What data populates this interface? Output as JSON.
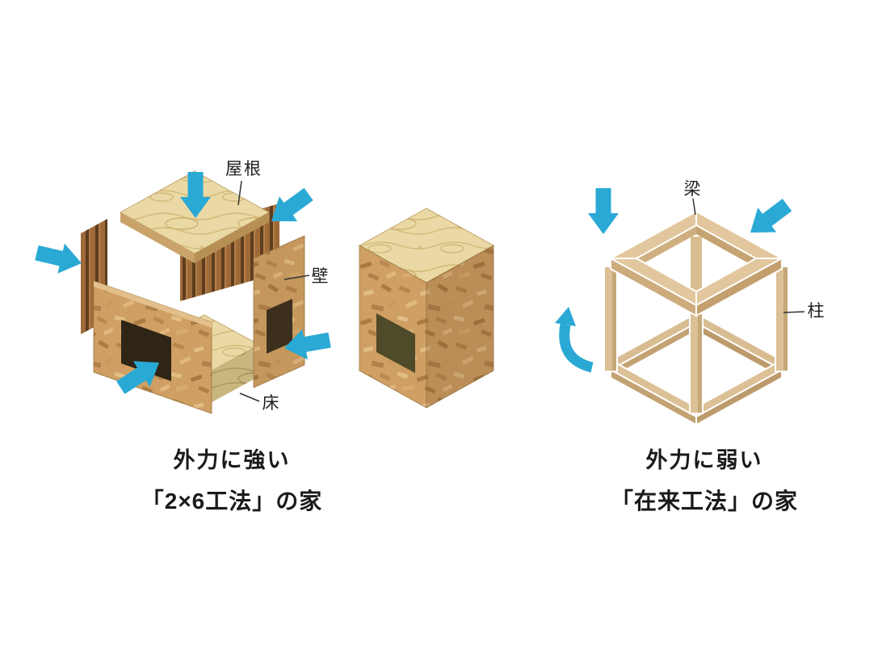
{
  "colors": {
    "background": "#ffffff",
    "arrow": "#2aa9d5",
    "plywood": "#ead9a4",
    "osb_wood": "#cf9f63",
    "frame_wood": "#dcc096",
    "stud_wood": "#9e6a38",
    "text": "#1a1a1a"
  },
  "left_diagram": {
    "labels": {
      "roof": "屋根",
      "wall": "壁",
      "floor": "床"
    },
    "caption": {
      "line1": "外力に強い",
      "line2": "「2×6工法」の家"
    }
  },
  "right_diagram": {
    "labels": {
      "beam": "梁",
      "pillar": "柱"
    },
    "caption": {
      "line1": "外力に弱い",
      "line2": "「在来工法」の家"
    }
  }
}
